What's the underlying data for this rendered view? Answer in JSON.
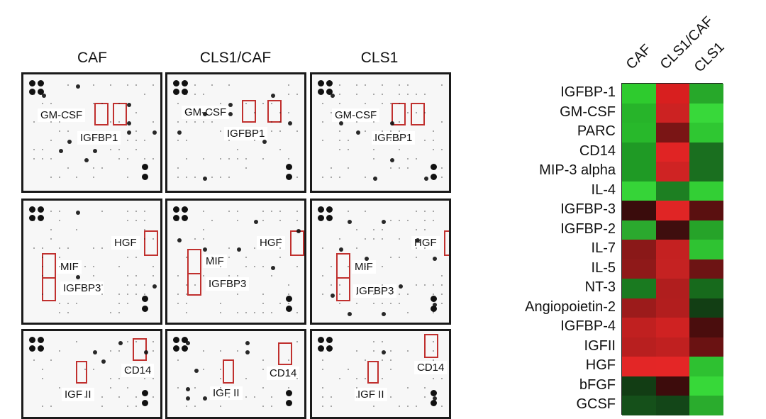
{
  "arrays": {
    "columns": [
      "CAF",
      "CLS1/CAF",
      "CLS1"
    ],
    "rows": [
      {
        "name": "row1",
        "labels": {
          "gmcsf": "GM-CSF",
          "igfbp1": "IGFBP1"
        }
      },
      {
        "name": "row2",
        "labels": {
          "hgf": "HGF",
          "mif": "MIF",
          "igfbp3": "IGFBP3"
        }
      },
      {
        "name": "row3",
        "labels": {
          "cd14": "CD14",
          "igf2": "IGF II"
        }
      }
    ]
  },
  "heatmap": {
    "columns": [
      "CAF",
      "CLS1/CAF",
      "CLS1"
    ],
    "rows": [
      "IGFBP-1",
      "GM-CSF",
      "PARC",
      "CD14",
      "MIP-3 alpha",
      "IL-4",
      "IGFBP-3",
      "IGFBP-2",
      "IL-7",
      "IL-5",
      "NT-3",
      "Angiopoietin-2",
      "IGFBP-4",
      "IGFII",
      "HGF",
      "bFGF",
      "GCSF"
    ],
    "colors": [
      [
        "#2ecb2e",
        "#d81f1f",
        "#27a82a"
      ],
      [
        "#27b42a",
        "#cc2222",
        "#38d83a"
      ],
      [
        "#28b82b",
        "#7a1515",
        "#2fc732"
      ],
      [
        "#1f9a25",
        "#e02424",
        "#1a6f1f"
      ],
      [
        "#1f9a25",
        "#cf2323",
        "#1a6f1f"
      ],
      [
        "#36d438",
        "#1d7f22",
        "#33cf35"
      ],
      [
        "#3a0c0c",
        "#e02525",
        "#5a1010"
      ],
      [
        "#2ba92e",
        "#3f0e0e",
        "#26a329"
      ],
      [
        "#8a1818",
        "#c42121",
        "#2fc332"
      ],
      [
        "#8f1919",
        "#c52222",
        "#6d1414"
      ],
      [
        "#1a7a20",
        "#b01e1e",
        "#176a1c"
      ],
      [
        "#9c1b1b",
        "#b21e1e",
        "#123e14"
      ],
      [
        "#c02020",
        "#cf2222",
        "#4a0d0d"
      ],
      [
        "#b81f1f",
        "#c02020",
        "#6a1212"
      ],
      [
        "#e32626",
        "#e42626",
        "#2ec131"
      ],
      [
        "#123d14",
        "#3d0c0c",
        "#37d839"
      ],
      [
        "#15501a",
        "#134618",
        "#2aac2d"
      ]
    ]
  }
}
